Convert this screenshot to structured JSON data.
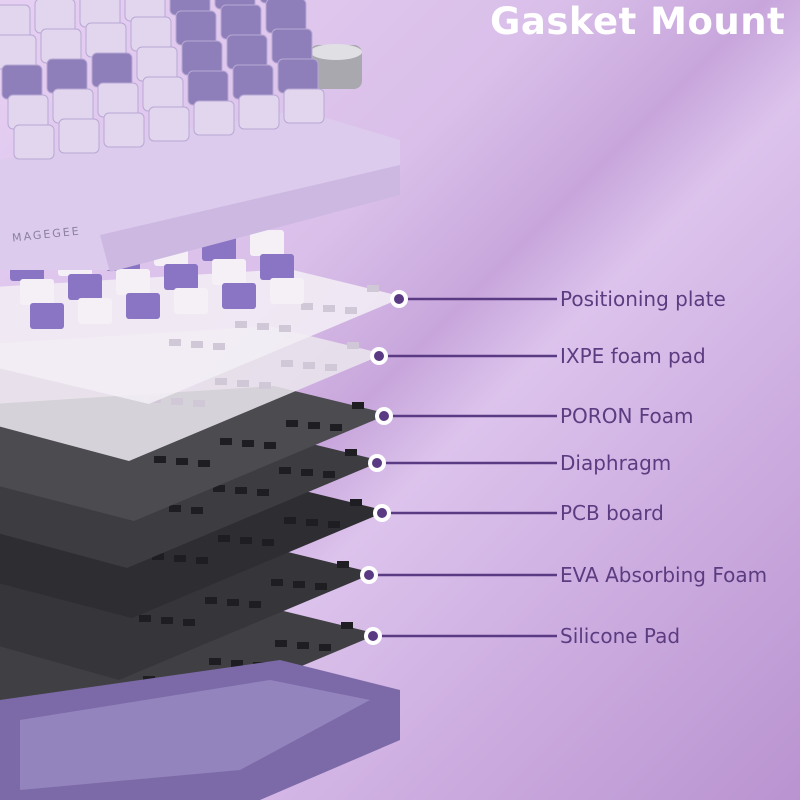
{
  "title": "Gasket Mount",
  "brand_logo": "MAGEGEE",
  "colors": {
    "accent": "#5c3c80",
    "title": "#ffffff",
    "dot": "#5b3a84"
  },
  "layers": [
    {
      "label": "Positioning plate",
      "fill": "#f2eef5"
    },
    {
      "label": "IXPE foam pad",
      "fill": "#e9e5ec"
    },
    {
      "label": "PORON Foam",
      "fill": "#4b4b50"
    },
    {
      "label": "Diaphragm",
      "fill": "#3c3c41"
    },
    {
      "label": "PCB board",
      "fill": "#2d2d32"
    },
    {
      "label": "EVA Absorbing Foam",
      "fill": "#35353a"
    },
    {
      "label": "Silicone Pad",
      "fill": "#404044"
    }
  ]
}
